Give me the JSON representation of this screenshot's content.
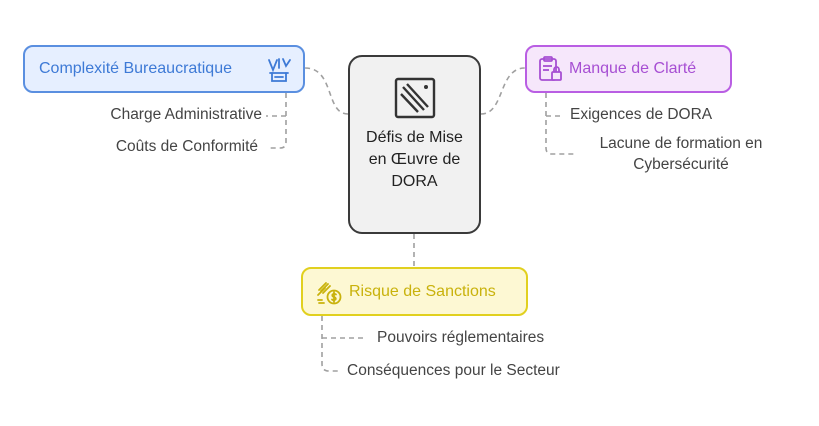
{
  "center": {
    "title": "Défis de Mise en Œuvre de DORA",
    "icon": "tools-icon"
  },
  "branches": [
    {
      "label": "Complexité Bureaucratique",
      "icon": "bureaucracy-icon",
      "color": "#5a8fe0",
      "items": [
        "Charge Administrative",
        "Coûts de Conformité"
      ]
    },
    {
      "label": "Manque de Clarté",
      "icon": "clipboard-lock-icon",
      "color": "#b95ee3",
      "items": [
        "Exigences de DORA",
        "Lacune de formation en Cybersécurité"
      ]
    },
    {
      "label": "Risque de Sanctions",
      "icon": "gavel-dollar-icon",
      "color": "#e1d01f",
      "items": [
        "Pouvoirs réglementaires",
        "Conséquences pour le Secteur"
      ]
    }
  ]
}
